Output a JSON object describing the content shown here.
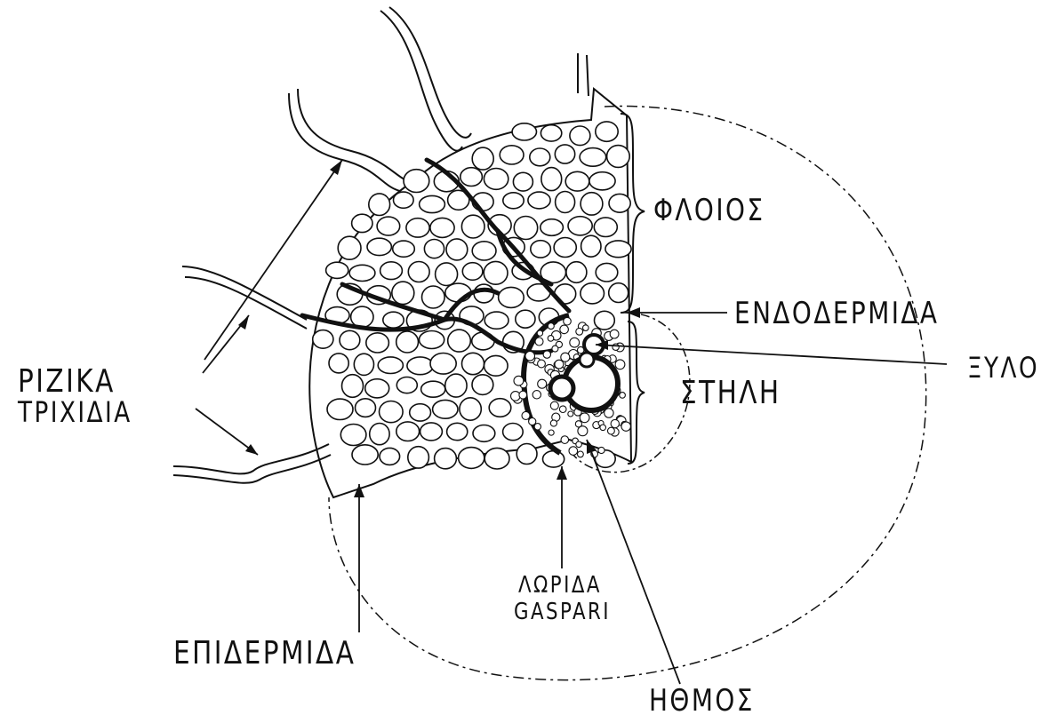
{
  "labels": {
    "root_hairs_line1": "ΡΙΖΙΚΑ",
    "root_hairs_line2": "ΤΡΙΧΙΔΙΑ",
    "cortex": "ΦΛΟΙΟΣ",
    "endodermis": "ΕΝΔΟΔΕΡΜΙΔΑ",
    "xylem": "ΞΥΛΟ",
    "stele": "ΣΤΗΛΗ",
    "casparian_line1": "ΛΩΡΙΔΑ",
    "casparian_line2": "GASPARI",
    "epidermis": "ΕΠΙΔΕΡΜΙΔΑ",
    "phloem": "ΗΘΜΟΣ"
  },
  "colors": {
    "ink": "#111111",
    "paper": "#ffffff"
  }
}
